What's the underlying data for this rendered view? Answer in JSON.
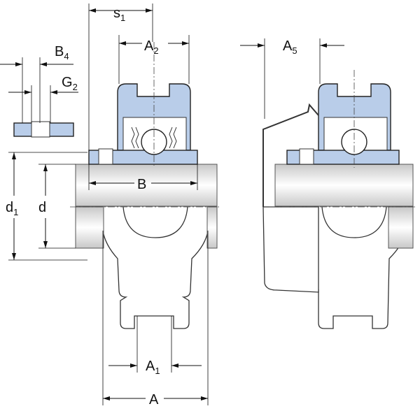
{
  "labels": {
    "s1": {
      "main": "s",
      "sub": "1"
    },
    "A2": {
      "main": "A",
      "sub": "2"
    },
    "A5": {
      "main": "A",
      "sub": "5"
    },
    "B4": {
      "main": "B",
      "sub": "4"
    },
    "G2": {
      "main": "G",
      "sub": "2"
    },
    "B": {
      "main": "B"
    },
    "d1": {
      "main": "d",
      "sub": "1"
    },
    "d": {
      "main": "d"
    },
    "A1": {
      "main": "A",
      "sub": "1"
    },
    "A": {
      "main": "A"
    }
  },
  "colors": {
    "part_fill": "#b9cde9",
    "shaft": "#d9d9d9"
  }
}
